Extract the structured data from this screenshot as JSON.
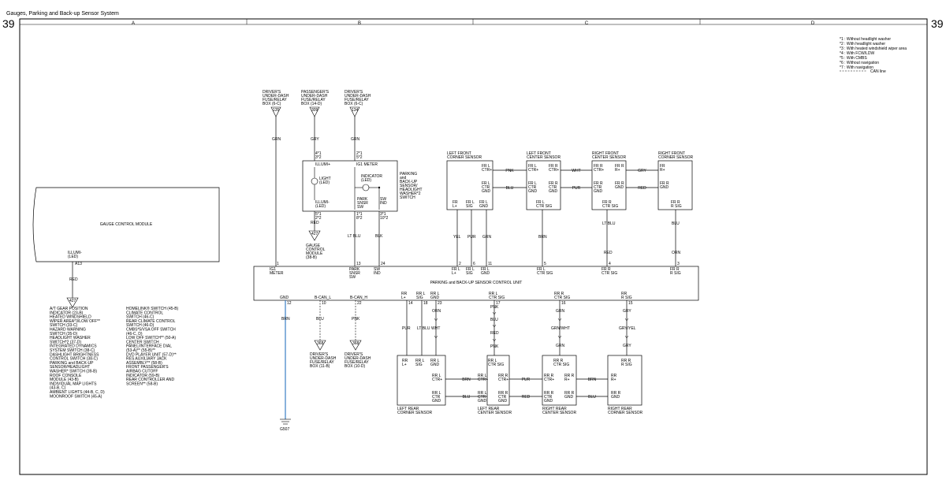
{
  "title": "Gauges, Parking and Back-up Sensor System",
  "page_number": "39",
  "columns": [
    "A",
    "B",
    "C",
    "D"
  ],
  "legend": [
    "*1 : Without headlight washer",
    "*2 : With headlight washer",
    "*3 : With heated windshield wiper area",
    "*4 : With FCW/LDW",
    "*5 : With CMBS",
    "*6 : Without navigation",
    "*7 : With navigation",
    "CAN line"
  ],
  "gauge": {
    "name": "GAUGE CONTROL MODULE",
    "pin_name": [
      "ILLUMI-",
      "(LED)"
    ],
    "pin_no": "A13",
    "wire": "RED",
    "conn": "427"
  },
  "components_list_left": [
    "A/T GEAR POSITION",
    "INDICATOR (23-B)",
    "HEATED WINDSHIELD",
    "WIPER AREA*3/LOW OFF**",
    "SWITCH (33-C)",
    "HAZARD WARNING",
    "SWITCH (35-D)",
    "HEADLIGHT WASHER",
    "SWITCH*2 (37-D)",
    "INTEGRATED DYNAMICS",
    "SYSTEM SWITCH (38-C)",
    "DASHLIGHT BRIGHTNESS",
    "CONTROL SWITCH (38-C)",
    "PARKING and BACK-UP",
    "SENSOR/HEADLIGHT",
    "WASHER* SWITCH (39-B)",
    "ROOF CONSOLE",
    "MODULE (43-B)",
    "INDIVIDUAL MAP LIGHTS",
    "(43-B, C)",
    "AMBIENT LIGHTS (44-B, C, D)",
    "MOONROOF SWITCH (45-A)"
  ],
  "components_list_right": [
    "HOMELINK® SWITCH (45-B)",
    "CLIMATE CONTROL",
    "SWITCH (46-C)",
    "REAR CLIMATE CONTROL",
    "SWITCH (46-D)",
    "CMBS*5/VSA OFF SWITCH",
    "(46-C, D)",
    "LOW OFF SWITCH** (50-A)",
    "CENTER SWITCH",
    "PANEL/INTERFACE DIAL",
    "(53-A)** (55-B)**",
    "DVD PLAYER UNIT (57-D)**",
    "RES AUXILIARY JACK",
    "ASSEMBLY** (58-B)",
    "FRONT PASSENGER'S",
    "AIRBAG CUTOFF",
    "INDICATOR (59-B)",
    "REAR CONTROLLER AND",
    "SCREEN** (58-B)"
  ],
  "fuses": [
    {
      "lines": [
        "DRIVER'S",
        "UNDER-DASH",
        "FUSE/RELAY",
        "BOX (6-C)"
      ],
      "no": "135",
      "wire": "GRN"
    },
    {
      "lines": [
        "PASSENGER'S",
        "UNDER-DASH",
        "FUSE/RELAY",
        "BOX (14-D)"
      ],
      "no": "309",
      "wire": "GRY"
    },
    {
      "lines": [
        "DRIVER'S",
        "UNDER-DASH",
        "FUSE/RELAY",
        "BOX (6-C)"
      ],
      "no": "134",
      "wire": "GRN"
    }
  ],
  "switch": {
    "name": [
      "PARKING",
      "and",
      "BACK-UP",
      "SENSOR/",
      "HEADLIGHT",
      "WASHER*2",
      "SWITCH"
    ],
    "illumi_plus": "ILLUMI+",
    "ig1_meter": "IG1 METER",
    "light": [
      "LIGHT",
      "(LED)"
    ],
    "indicator": [
      "INDICATOR",
      "(LED)"
    ],
    "illumi_minus": [
      "ILLUMI-",
      "(LED)"
    ],
    "park": [
      "PARK",
      "SNSR",
      "SW"
    ],
    "swind": [
      "SW",
      "IND"
    ],
    "pins_top_left": [
      "4*1",
      "3*2"
    ],
    "pins_top_right": [
      "2*1",
      "5*2"
    ],
    "pins_bottom": [
      "5*1",
      "2*2",
      "1*1",
      "8*2",
      "3*1",
      "10*2"
    ],
    "wire_red": "RED",
    "wire_ltblu": "LT BLU",
    "wire_blk": "BLK",
    "conn": "427",
    "gauge_ref": [
      "GAUGE",
      "CONTROL",
      "MODULE",
      "(38-B)"
    ]
  },
  "unit": {
    "name": "PARKING and BACK-UP SENSOR CONTROL UNIT",
    "top_pins": [
      {
        "label": [
          "IG1",
          "METER"
        ],
        "no": "1"
      },
      {
        "label": [
          "PARK",
          "SNSR",
          "SW"
        ],
        "no": "13"
      },
      {
        "label": [
          "SW",
          "IND"
        ],
        "no": "24"
      },
      {
        "label": [
          "FR L",
          "L+"
        ],
        "no": "2"
      },
      {
        "label": [
          "FR L",
          "SIG"
        ],
        "no": "6"
      },
      {
        "label": [
          "FR L",
          "GND"
        ],
        "no": "11"
      },
      {
        "label": [
          "FR L",
          "CTR SIG"
        ],
        "no": "5"
      },
      {
        "label": [
          "FR R",
          "CTR SIG"
        ],
        "no": "4"
      },
      {
        "label": [
          "FR R",
          "R SIG"
        ],
        "no": "3"
      }
    ],
    "bottom_pins": [
      {
        "label": [
          "GND"
        ],
        "no": "12"
      },
      {
        "label": [
          "B-CAN_L"
        ],
        "no": "10"
      },
      {
        "label": [
          "B-CAN_H"
        ],
        "no": "22"
      },
      {
        "label": [
          "RR",
          "L+"
        ],
        "no": "14"
      },
      {
        "label": [
          "RR L",
          "SIG"
        ],
        "no": "18"
      },
      {
        "label": [
          "RR L",
          "GND"
        ],
        "no": "23"
      },
      {
        "label": [
          "RR L",
          "CTR SIG"
        ],
        "no": "17"
      },
      {
        "label": [
          "RR R",
          "CTR SIG"
        ],
        "no": "16"
      },
      {
        "label": [
          "RR",
          "R SIG"
        ],
        "no": "15"
      }
    ]
  },
  "front_sensors": [
    {
      "name": [
        "LEFT FRONT",
        "CORNER SENSOR"
      ]
    },
    {
      "name": [
        "LEFT FRONT",
        "CENTER SENSOR"
      ]
    },
    {
      "name": [
        "RIGHT FRONT",
        "CENTER SENSOR"
      ]
    },
    {
      "name": [
        "RIGHT FRONT",
        "CORNER SENSOR"
      ]
    }
  ],
  "rear_sensors": [
    {
      "name": [
        "LEFT REAR",
        "CORNER SENSOR"
      ]
    },
    {
      "name": [
        "LEFT REAR",
        "CENTER SENSOR"
      ]
    },
    {
      "name": [
        "RIGHT REAR",
        "CENTER SENSOR"
      ]
    },
    {
      "name": [
        "RIGHT REAR",
        "CORNER SENSOR"
      ]
    }
  ],
  "wires": {
    "front_vertical": [
      "YEL",
      "PUR",
      "GRN",
      "BRN",
      "LT BLU",
      "RED",
      "BLU",
      "ORN"
    ],
    "front_horizontal": [
      "PNK",
      "BLU",
      "WHT",
      "PUR",
      "GRY",
      "RED"
    ],
    "rear_vertical": [
      "PUR",
      "LT BLU",
      "ORN",
      "WHT",
      "PNK",
      "BLU",
      "RED",
      "PNK",
      "GRN",
      "GRN/WHT",
      "GRN",
      "GRY",
      "GRY/YEL",
      "GRY"
    ],
    "rear_horizontal": [
      "BRN",
      "BLU",
      "PUR",
      "RED",
      "BRN",
      "BLU"
    ],
    "gnd": "BRN",
    "can_l": "BLU",
    "can_h": "PNK"
  },
  "can_fuses": [
    {
      "no": "368",
      "lines": [
        "DRIVER'S",
        "UNDER-DASH",
        "FUSE/RELAY",
        "BOX (11-B)"
      ]
    },
    {
      "no": "368",
      "lines": [
        "DRIVER'S",
        "UNDER-DASH",
        "FUSE/RELAY",
        "BOX (10-D)"
      ]
    }
  ],
  "ground": "G507",
  "colors": {
    "can": "#3a7fc4",
    "line": "#000000"
  }
}
